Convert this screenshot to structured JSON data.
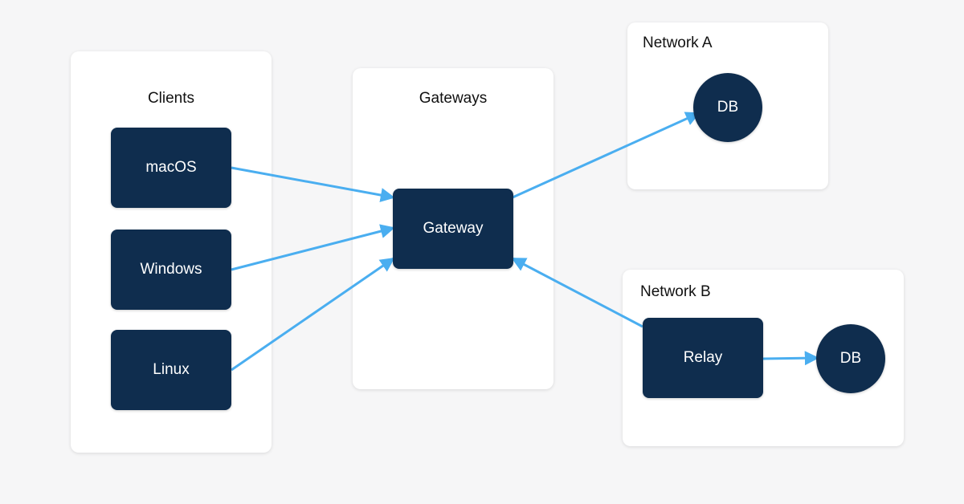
{
  "panels": {
    "clients": {
      "title": "Clients"
    },
    "gateways": {
      "title": "Gateways"
    },
    "network_a": {
      "title": "Network A"
    },
    "network_b": {
      "title": "Network B"
    }
  },
  "nodes": {
    "macos": "macOS",
    "windows": "Windows",
    "linux": "Linux",
    "gateway": "Gateway",
    "db_a": "DB",
    "relay": "Relay",
    "db_b": "DB"
  },
  "colors": {
    "node_fill": "#0f2d4e",
    "edge": "#4aaef0",
    "background": "#f6f6f7",
    "panel": "#ffffff"
  },
  "edges": [
    {
      "from": "macOS",
      "to": "Gateway"
    },
    {
      "from": "Windows",
      "to": "Gateway"
    },
    {
      "from": "Linux",
      "to": "Gateway"
    },
    {
      "from": "Gateway",
      "to": "DB (Network A)"
    },
    {
      "from": "Relay",
      "to": "Gateway"
    },
    {
      "from": "Relay",
      "to": "DB (Network B)"
    }
  ]
}
